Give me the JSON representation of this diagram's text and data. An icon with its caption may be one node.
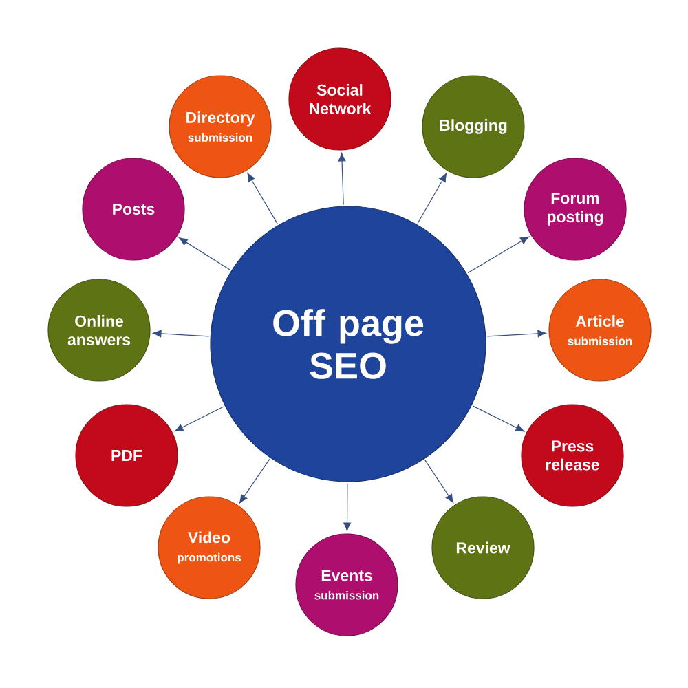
{
  "diagram": {
    "nodes": [
      {
        "text": [
          "Off page SEO"
        ]
      },
      {
        "text": [
          "Social Network"
        ]
      },
      {
        "text": [
          "Blogging"
        ]
      },
      {
        "text": [
          "Forum posting"
        ]
      },
      {
        "text": [
          "Article",
          "submission"
        ]
      },
      {
        "text": [
          "Press release"
        ]
      },
      {
        "text": [
          "Review"
        ]
      },
      {
        "text": [
          "Events",
          "submission"
        ]
      },
      {
        "text": [
          "Video",
          "promotions"
        ]
      },
      {
        "text": [
          "PDF"
        ]
      },
      {
        "text": [
          "Online answers"
        ]
      },
      {
        "text": [
          "Posts"
        ]
      },
      {
        "text": [
          "Directory",
          "submission"
        ]
      }
    ],
    "edges": [
      {
        "from": 0,
        "to": 1,
        "arrow": "to"
      },
      {
        "from": 0,
        "to": 2,
        "arrow": "to"
      },
      {
        "from": 0,
        "to": 3,
        "arrow": "to"
      },
      {
        "from": 0,
        "to": 4,
        "arrow": "to"
      },
      {
        "from": 0,
        "to": 5,
        "arrow": "to"
      },
      {
        "from": 0,
        "to": 6,
        "arrow": "to"
      },
      {
        "from": 0,
        "to": 7,
        "arrow": "to"
      },
      {
        "from": 0,
        "to": 8,
        "arrow": "to"
      },
      {
        "from": 0,
        "to": 9,
        "arrow": "to"
      },
      {
        "from": 0,
        "to": 10,
        "arrow": "to"
      },
      {
        "from": 0,
        "to": 11,
        "arrow": "to"
      },
      {
        "from": 0,
        "to": 12,
        "arrow": "to"
      }
    ]
  }
}
